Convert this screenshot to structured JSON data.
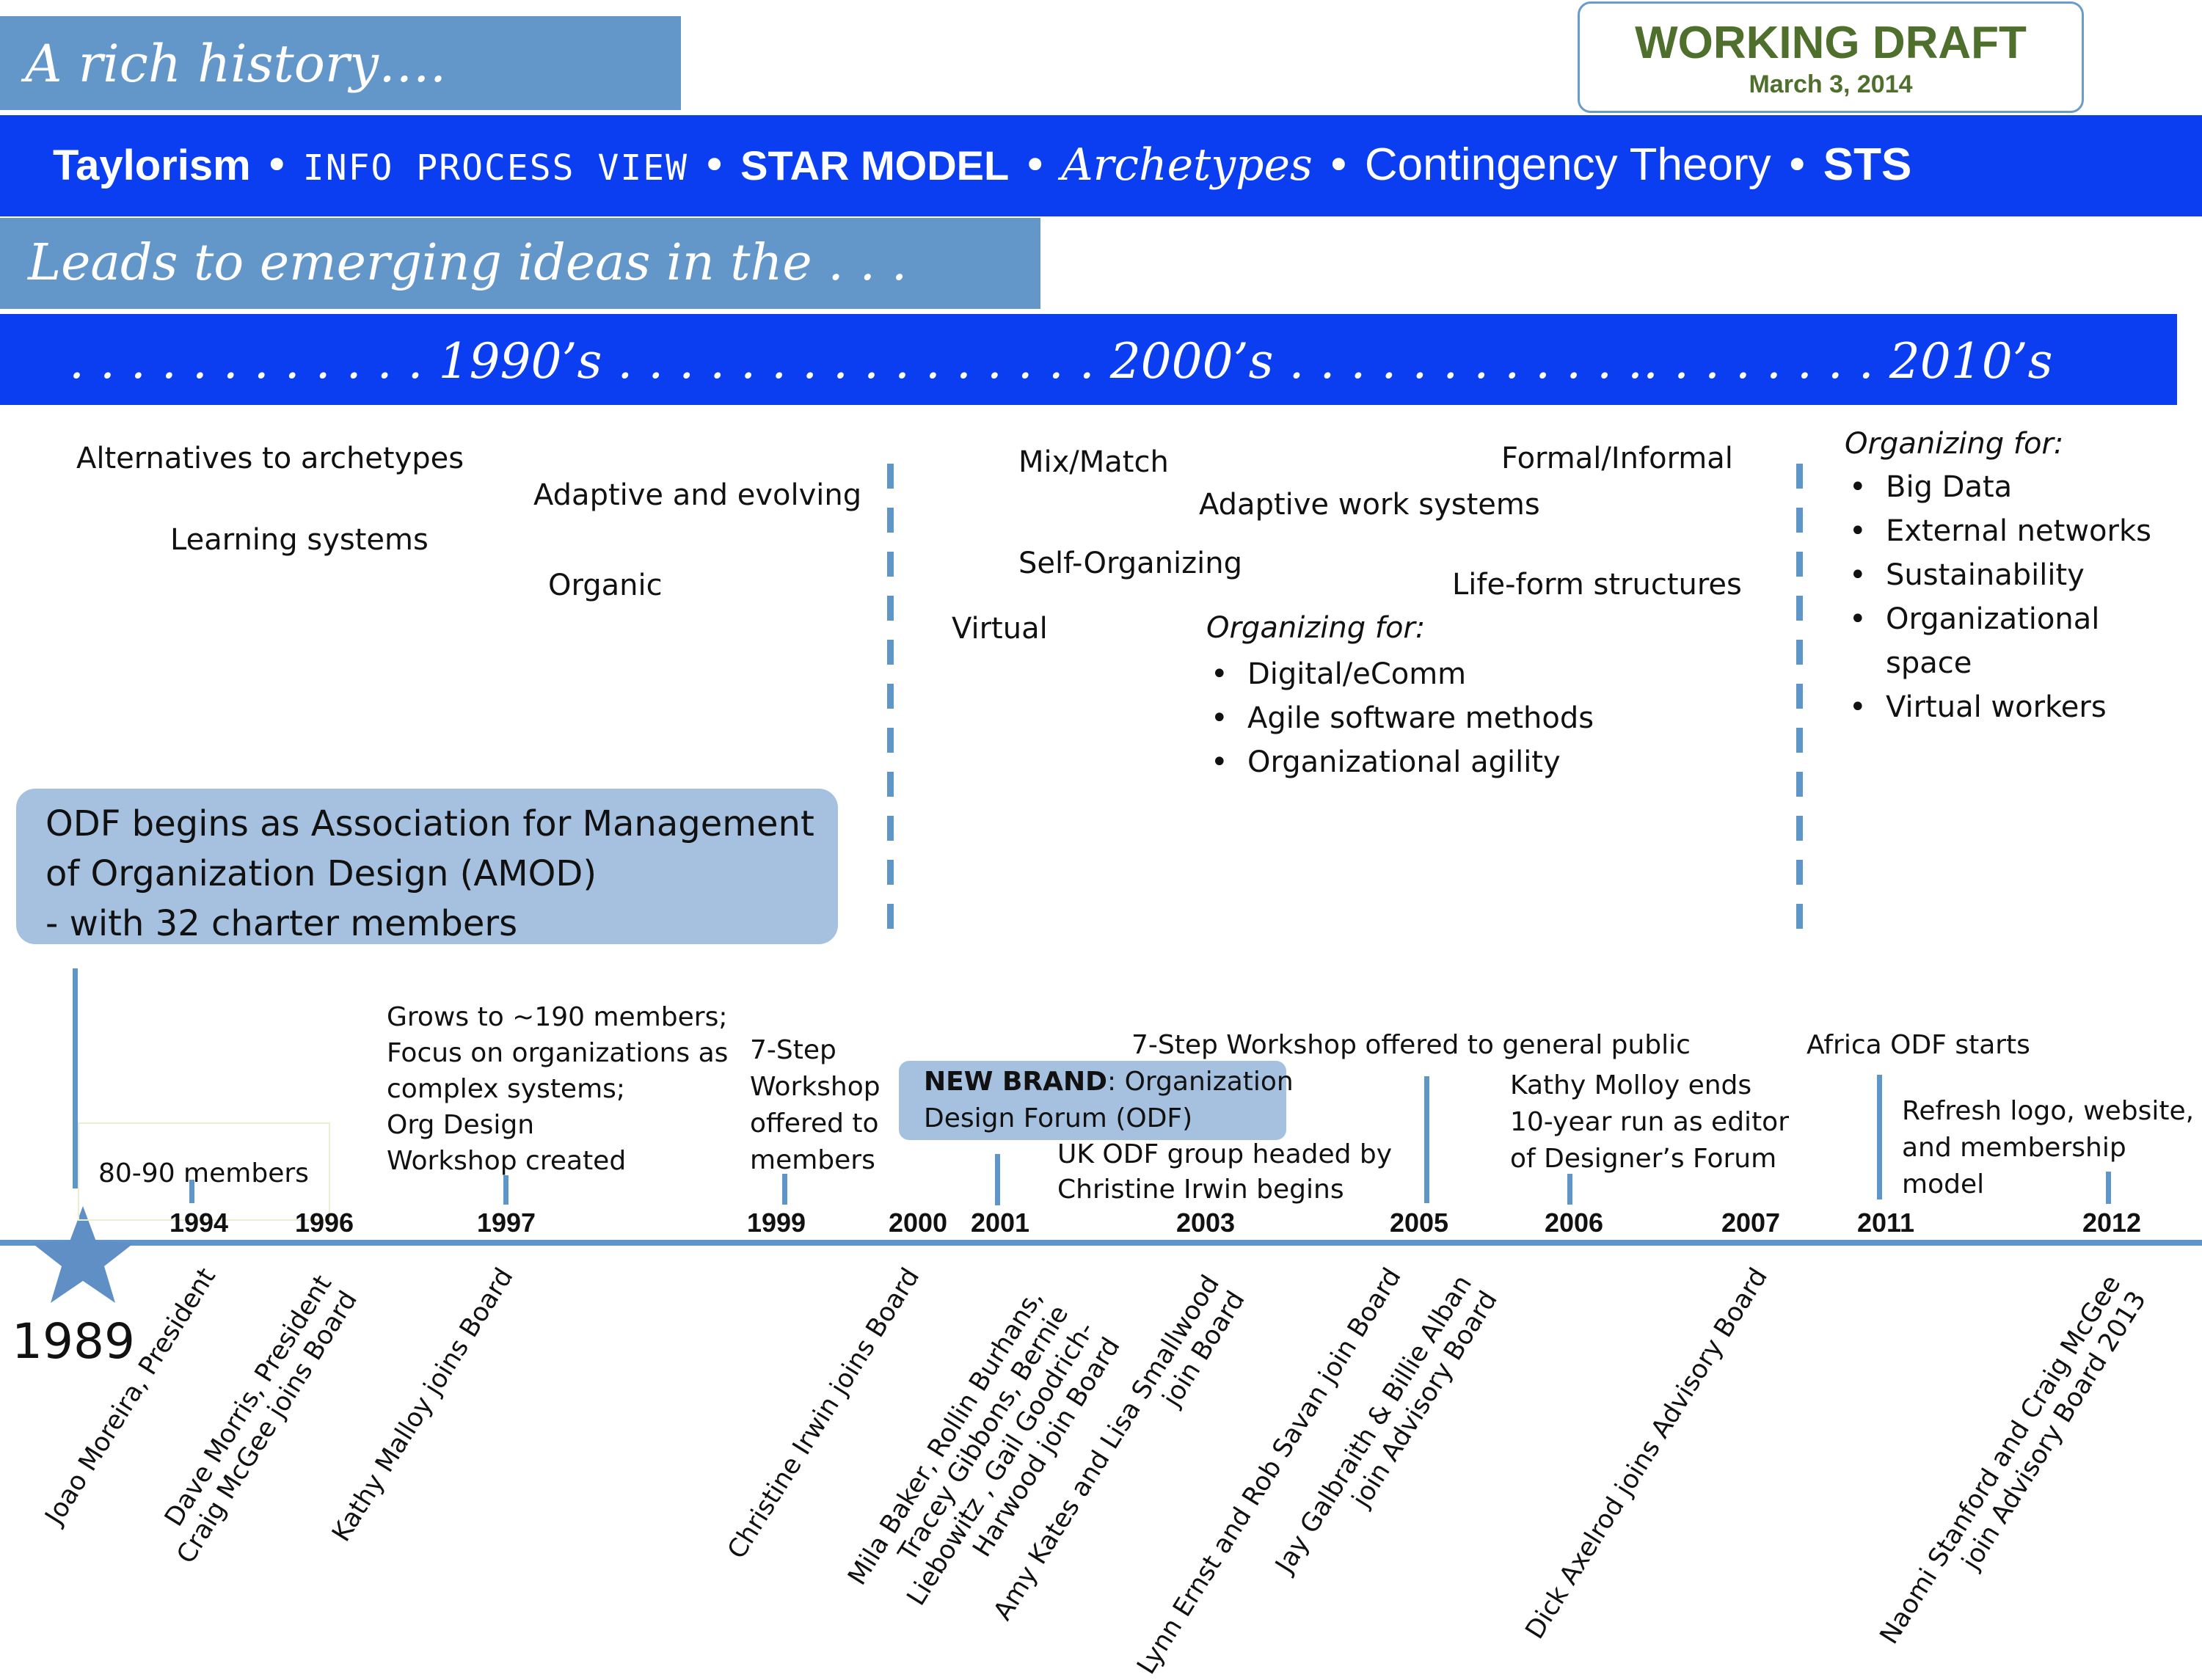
{
  "header": {
    "title": "A rich history….",
    "draft_label": "WORKING DRAFT",
    "draft_date": "March 3, 2014"
  },
  "theories": {
    "taylorism": "Taylorism",
    "info": "INFO PROCESS VIEW",
    "star": "STAR MODEL",
    "archetypes": "Archetypes",
    "contingency": "Contingency Theory",
    "sts": "STS",
    "bullet": "•"
  },
  "leads": "Leads to emerging ideas in the . . .",
  "decades": {
    "d1_dots": ". . . . . . . . . . . .",
    "d1": "1990’s",
    "d2_dots": ". . . . . . . . . .   . . . . . .",
    "d2": "2000’s",
    "d3_dots": ". . . . . . . . . . . .. . . . . . . .",
    "d3": "2010’s"
  },
  "ideas_1990s": {
    "alternatives": "Alternatives to archetypes",
    "adaptive": "Adaptive and evolving",
    "learning": "Learning systems",
    "organic": "Organic"
  },
  "ideas_2000s": {
    "mixmatch": "Mix/Match",
    "formal": "Formal/Informal",
    "adaptive_work": "Adaptive work systems",
    "self_org": "Self-Organizing",
    "lifeform": "Life-form structures",
    "virtual": "Virtual",
    "organizing_for": "Organizing for:",
    "bullets": [
      "Digital/eComm",
      "Agile software methods",
      "Organizational agility"
    ]
  },
  "ideas_2010s": {
    "organizing_for": "Organizing for:",
    "bullets": [
      "Big Data",
      "External networks",
      "Sustainability",
      "Organizational",
      "Virtual workers"
    ],
    "continuation": "space"
  },
  "odf_box": {
    "line1": "ODF begins as Association for Management",
    "line2": "of Organization Design (AMOD)",
    "line3": "- with 32 charter members"
  },
  "timeline": {
    "start_year": "1989",
    "years": [
      "1994",
      "1996",
      "1997",
      "1999",
      "2000",
      "2001",
      "2003",
      "2005",
      "2006",
      "2007",
      "2011",
      "2012"
    ],
    "events": {
      "members_8090": "80-90 members",
      "grows": [
        "Grows to ~190 members;",
        "Focus on organizations as",
        "complex systems;",
        "Org Design",
        "Workshop created"
      ],
      "step7_members": [
        "7-Step",
        "Workshop",
        "offered to",
        "members"
      ],
      "new_brand_bold": "NEW BRAND",
      "new_brand_rest": ": Organization",
      "new_brand_line2": "Design Forum (ODF)",
      "uk_odf": [
        "UK ODF group headed by",
        "Christine Irwin begins"
      ],
      "step7_public": "7-Step Workshop offered to general public",
      "molloy": [
        "Kathy Molloy ends",
        "10-year run as editor",
        "of Designer’s Forum"
      ],
      "africa": "Africa ODF starts",
      "refresh": [
        "Refresh logo, website,",
        "and membership model"
      ]
    },
    "board": {
      "moreira": [
        "Joao Moreira, President"
      ],
      "morris": [
        "Dave Morris, President",
        "Craig McGee joins Board"
      ],
      "malloy": [
        "Kathy Malloy joins Board"
      ],
      "irwin": [
        "Christine Irwin joins Board"
      ],
      "baker": [
        "Mila Baker, Rollin Burhans,",
        "Tracey Gibbons, Bernie",
        "Liebowitz , Gail Goodrich-",
        "Harwood join Board"
      ],
      "kates": [
        "Amy Kates and Lisa Smallwood",
        "join Board"
      ],
      "ernst": [
        "Lynn Ernst and Rob Savan join Board"
      ],
      "galbraith": [
        "Jay Galbraith &  Billie Alban",
        "join Advisory Board"
      ],
      "axelrod": [
        "Dick Axelrod joins Advisory Board"
      ],
      "stanford": [
        "Naomi Stanford and Craig McGee",
        "join Advisory Board 2013"
      ]
    }
  }
}
